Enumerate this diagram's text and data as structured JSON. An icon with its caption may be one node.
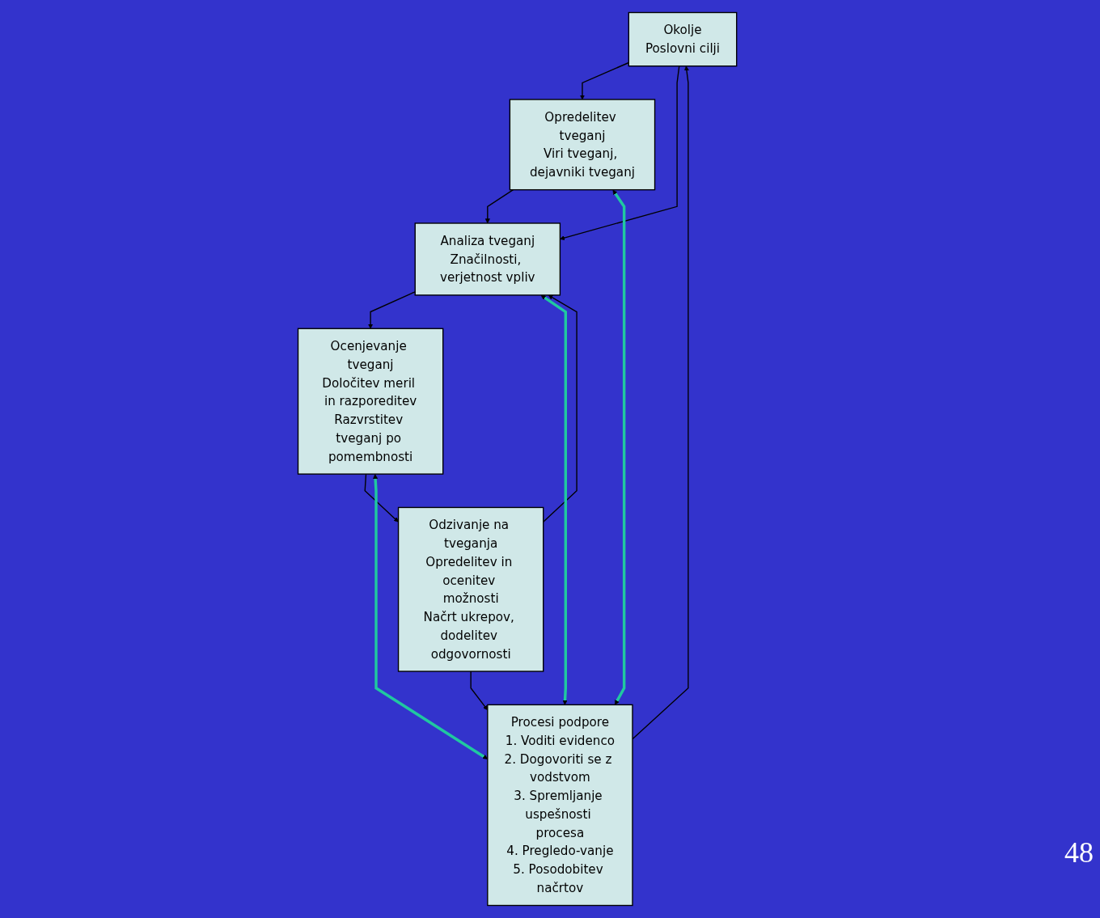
{
  "diagram": {
    "nodes": [
      {
        "text": [
          "Okolje",
          "Poslovni cilji"
        ]
      },
      {
        "text": [
          "Opredelitev tveganj",
          "Viri tveganj, dejavniki tveganj"
        ]
      },
      {
        "text": [
          "Analiza tveganj",
          "Značilnosti, verjetnost vpliv"
        ]
      },
      {
        "text": [
          "Ocenjevanje tveganj",
          "Določitev meril in razporeditev",
          "Razvrstitev tveganj po pomembnosti"
        ]
      },
      {
        "text": [
          "Odzivanje na tveganja",
          "Opredelitev in ocenitev možnosti",
          "Načrt ukrepov, dodelitev odgovornosti"
        ]
      },
      {
        "text": [
          "Procesi podpore",
          "1. Voditi evidenco",
          "2. Dogovoriti se z vodstvom",
          "3. Spremljanje uspešnosti procesa",
          "4. Pregledo-vanje",
          "5. Posodobitev načrtov"
        ]
      }
    ],
    "edges": [
      {
        "from": 0,
        "to": 1,
        "arrow": "to"
      },
      {
        "from": 1,
        "to": 2,
        "arrow": "to"
      },
      {
        "from": 2,
        "to": 3,
        "arrow": "to"
      },
      {
        "from": 3,
        "to": 4,
        "arrow": "to"
      },
      {
        "from": 0,
        "to": 2,
        "arrow": "to"
      },
      {
        "from": 4,
        "to": 2,
        "arrow": "to"
      },
      {
        "from": 4,
        "to": 5,
        "arrow": "to"
      },
      {
        "from": 5,
        "to": 0,
        "arrow": "to"
      },
      {
        "from": 1,
        "to": 5,
        "arrow": "both",
        "style": "thick",
        "color": "#20c8a0"
      },
      {
        "from": 2,
        "to": 5,
        "arrow": "both",
        "style": "thick",
        "color": "#20c8a0"
      },
      {
        "from": 3,
        "to": 5,
        "arrow": "both",
        "style": "thick",
        "color": "#20c8a0"
      }
    ],
    "labels": [
      "48"
    ]
  }
}
